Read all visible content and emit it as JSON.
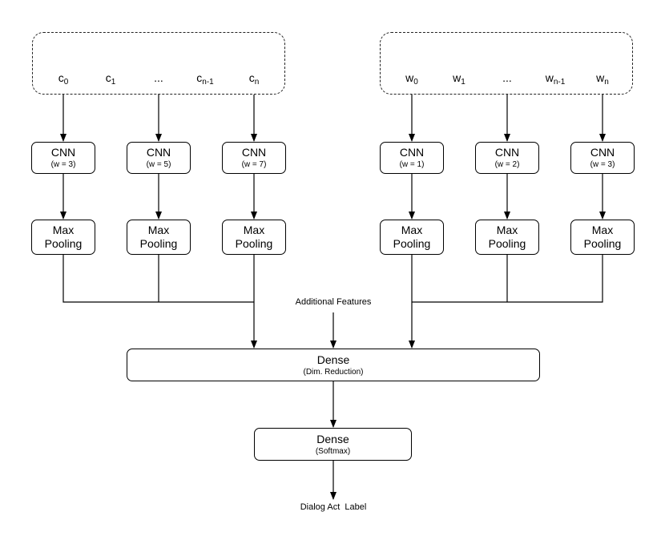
{
  "char_tokens": [
    {
      "base": "c",
      "sub": "0"
    },
    {
      "base": "c",
      "sub": "1"
    },
    {
      "base": "...",
      "sub": ""
    },
    {
      "base": "c",
      "sub": "n-1"
    },
    {
      "base": "c",
      "sub": "n"
    }
  ],
  "word_tokens": [
    {
      "base": "w",
      "sub": "0"
    },
    {
      "base": "w",
      "sub": "1"
    },
    {
      "base": "...",
      "sub": ""
    },
    {
      "base": "w",
      "sub": "n-1"
    },
    {
      "base": "w",
      "sub": "n"
    }
  ],
  "char_cnn": [
    {
      "label": "CNN",
      "param": "(w = 3)"
    },
    {
      "label": "CNN",
      "param": "(w = 5)"
    },
    {
      "label": "CNN",
      "param": "(w = 7)"
    }
  ],
  "word_cnn": [
    {
      "label": "CNN",
      "param": "(w = 1)"
    },
    {
      "label": "CNN",
      "param": "(w = 2)"
    },
    {
      "label": "CNN",
      "param": "(w = 3)"
    }
  ],
  "pooling": {
    "line1": "Max",
    "line2": "Pooling"
  },
  "additional_features": "Additional Features",
  "dense_reduction": {
    "label": "Dense",
    "sub": "(Dim. Reduction)"
  },
  "dense_softmax": {
    "label": "Dense",
    "sub": "(Softmax)"
  },
  "output_label": "Dialog Act  Label"
}
